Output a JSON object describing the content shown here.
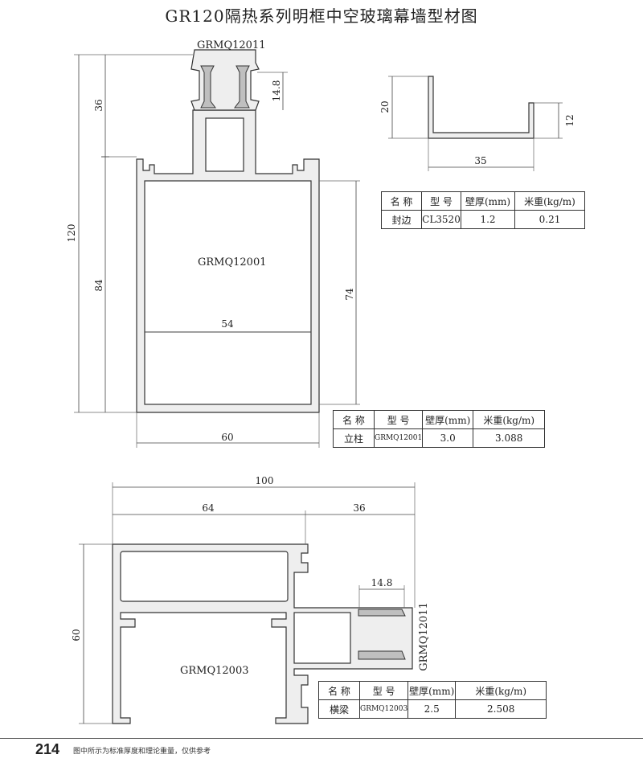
{
  "title": "GR120隔热系列明框中空玻璃幕墙型材图",
  "mullion": {
    "profile_code": "GRMQ12001",
    "isolator_code": "GRMQ12011",
    "dims": {
      "total": "120",
      "upper": "36",
      "lower": "84",
      "inner": "74",
      "width_inner": "54",
      "width": "60",
      "iso": "14.8"
    }
  },
  "edge_cover": {
    "dims": {
      "height": "20",
      "lip": "12",
      "width": "35"
    }
  },
  "transom": {
    "profile_code": "GRMQ12003",
    "isolator_code": "GRMQ12011",
    "dims": {
      "total": "100",
      "left": "64",
      "right": "36",
      "height": "60",
      "iso": "14.8"
    }
  },
  "table_headers": [
    "名 称",
    "型 号",
    "壁厚(mm)",
    "米重(kg/m)"
  ],
  "tables": [
    {
      "name": "封边",
      "model": "CL3520",
      "thickness": "1.2",
      "weight": "0.21"
    },
    {
      "name": "立柱",
      "model": "GRMQ12001",
      "thickness": "3.0",
      "weight": "3.088"
    },
    {
      "name": "横梁",
      "model": "GRMQ12003",
      "thickness": "2.5",
      "weight": "2.508"
    }
  ],
  "footer": {
    "page_number": "214",
    "note": "图中所示为标准厚度和理论重量，仅供参考"
  }
}
